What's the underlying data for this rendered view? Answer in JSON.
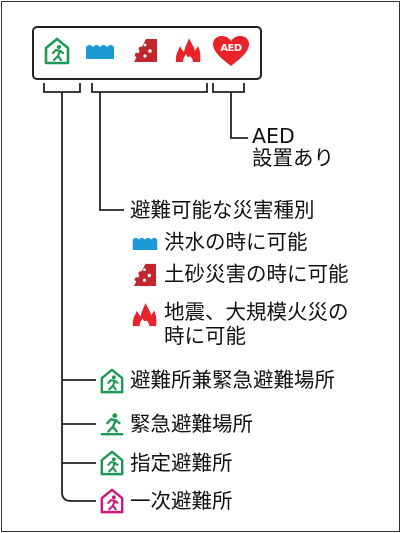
{
  "aed": {
    "badge": "AED",
    "label_line1": "AED",
    "label_line2": "設置あり"
  },
  "disaster": {
    "header": "避難可能な災害種別",
    "flood": "洪水の時に可能",
    "landslide": "土砂災害の時に可能",
    "earthquake_line1": "地震、大規模火災の",
    "earthquake_line2": "時に可能"
  },
  "facility_types": [
    {
      "label": "避難所兼緊急避難場所",
      "color": "#1e9a55"
    },
    {
      "label": "緊急避難場所",
      "color": "#1e9a55"
    },
    {
      "label": "指定避難所",
      "color": "#1e9a55"
    },
    {
      "label": "一次避難所",
      "color": "#d0177d"
    }
  ],
  "colors": {
    "green": "#1e9a55",
    "flood_blue": "#1d9ad6",
    "landslide_red": "#c0272d",
    "fire_red": "#e8242a",
    "magenta": "#d0177d"
  },
  "icons": {
    "evacuation_shelter": "house-running-person-icon",
    "emergency_site": "running-person-icon",
    "designated_shelter": "house-running-person-icon",
    "primary_shelter": "house-running-person-icon",
    "flood": "waves-icon",
    "landslide": "landslide-icon",
    "fire": "flame-icon",
    "aed": "heart-icon"
  }
}
